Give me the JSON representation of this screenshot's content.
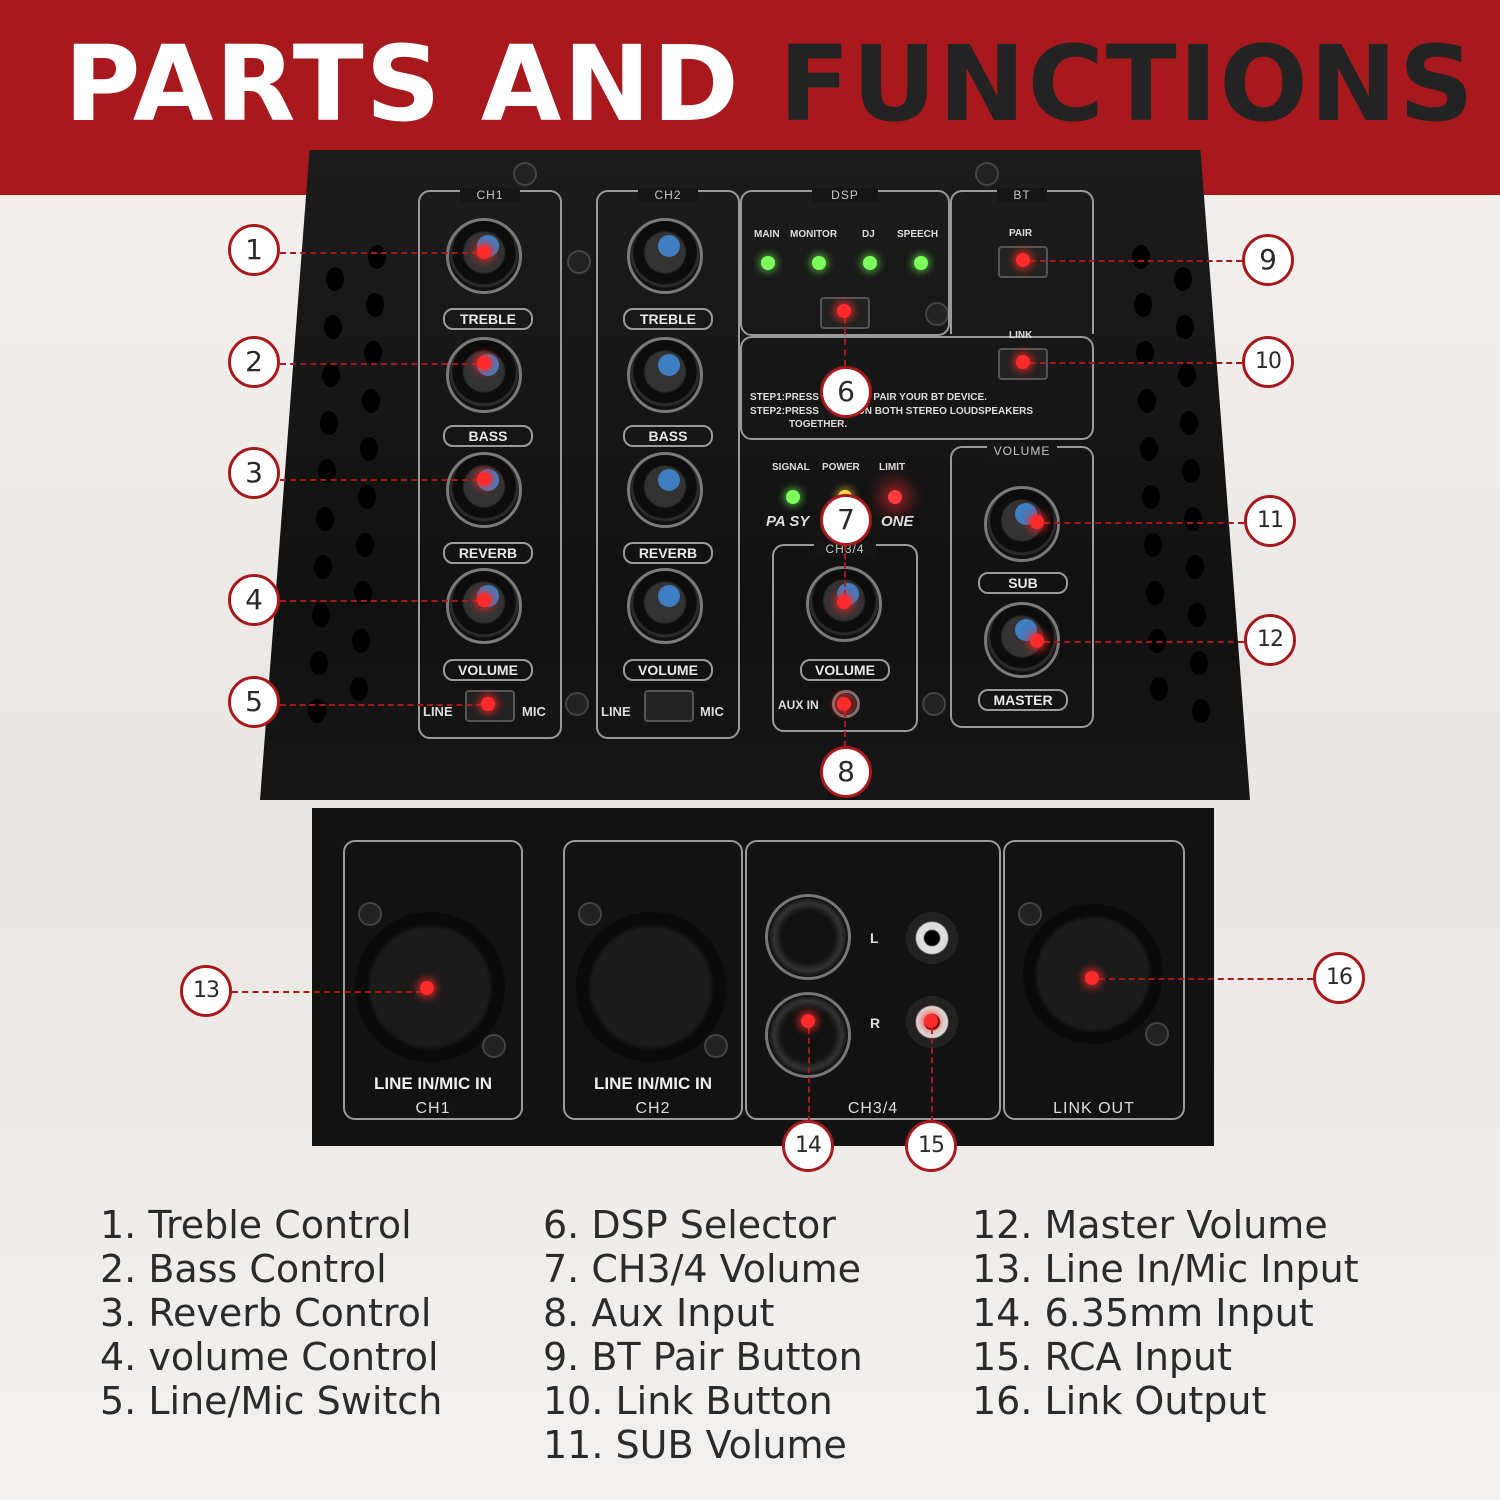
{
  "title": {
    "part1": "PARTS AND",
    "part2": "FUNCTIONS"
  },
  "top_panel": {
    "ch1_label": "CH1",
    "ch2_label": "CH2",
    "dsp_label": "DSP",
    "bt_label": "BT",
    "knob_labels": [
      "TREBLE",
      "BASS",
      "REVERB",
      "VOLUME"
    ],
    "switch_line": "LINE",
    "switch_mic": "MIC",
    "dsp_modes": [
      "MAIN",
      "MONITOR",
      "DJ",
      "SPEECH"
    ],
    "bt_pair": "PAIR",
    "bt_link": "LINK",
    "step1": "STEP1:PRESS",
    "step1_tail": "N TO PAIR YOUR BT DEVICE.",
    "step2": "STEP2:PRESS",
    "step2_tail": "N ON BOTH STEREO LOUDSPEAKERS",
    "step2_line2": "TOGETHER.",
    "status_leds": [
      "SIGNAL",
      "POWER",
      "LIMIT"
    ],
    "brand_left": "PA SY",
    "brand_right": "ONE",
    "ch34_label": "CH3/4",
    "ch34_knob": "VOLUME",
    "aux_in": "AUX IN",
    "volume_label": "VOLUME",
    "sub_label": "SUB",
    "master_label": "MASTER"
  },
  "bottom_panel": {
    "ch1_label": "CH1",
    "ch2_label": "CH2",
    "ch34_label": "CH3/4",
    "link_out_label": "LINK OUT",
    "line_in_mic_in": "LINE IN/MIC IN",
    "left": "L",
    "right": "R"
  },
  "callouts": [
    "1",
    "2",
    "3",
    "4",
    "5",
    "6",
    "7",
    "8",
    "9",
    "10",
    "11",
    "12",
    "13",
    "14",
    "15",
    "16"
  ],
  "legend": {
    "col1": [
      "1. Treble Control",
      "2. Bass Control",
      "3. Reverb Control",
      "4. volume Control",
      "5. Line/Mic Switch"
    ],
    "col2": [
      "6. DSP Selector",
      "7. CH3/4 Volume",
      "8. Aux Input",
      "9. BT Pair Button",
      "10. Link Button",
      "11. SUB Volume"
    ],
    "col3": [
      "12. Master Volume",
      "13. Line In/Mic Input",
      "14. 6.35mm Input",
      "15. RCA Input",
      "16. Link Output"
    ]
  },
  "colors": {
    "banner": "#a8191d",
    "accent_red": "#ff2a2a",
    "knob_blue": "#3f7ec2",
    "led_green": "#7cff5a"
  }
}
